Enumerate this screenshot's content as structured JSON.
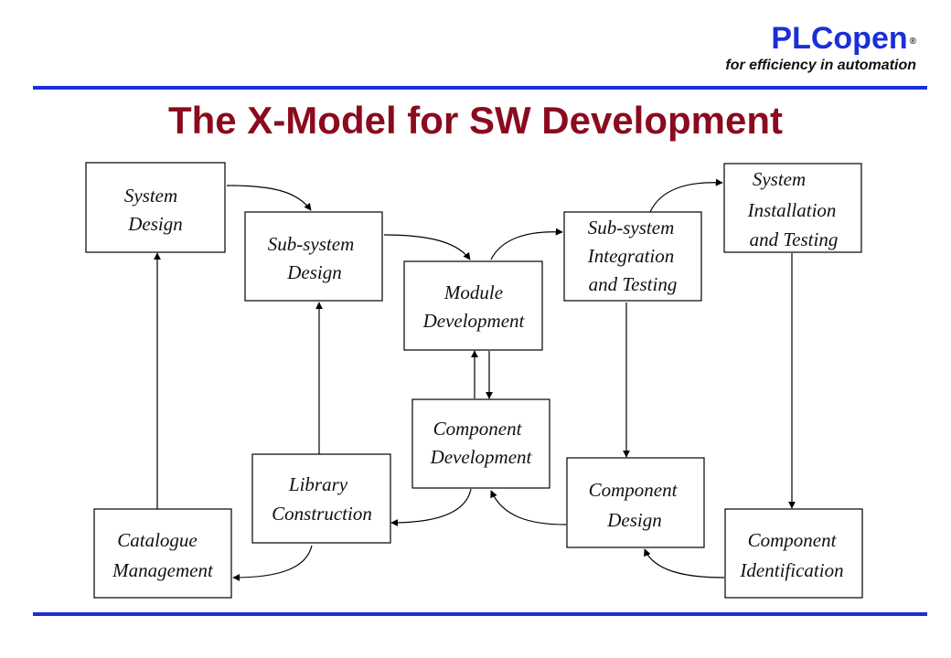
{
  "brand": {
    "name": "PLCopen",
    "reg": "®",
    "tagline": "for efficiency in automation"
  },
  "title": "The X-Model for SW Development",
  "boxes": {
    "system_design": [
      "System",
      "Design"
    ],
    "subsystem_design": [
      "Sub-system",
      "Design"
    ],
    "module_development": [
      "Module",
      "Development"
    ],
    "subsystem_integration": [
      "Sub-system",
      "Integration",
      "and Testing"
    ],
    "system_installation": [
      "System",
      "Installation",
      "and Testing"
    ],
    "component_development": [
      "Component",
      "Development"
    ],
    "library_construction": [
      "Library",
      "Construction"
    ],
    "component_design": [
      "Component",
      "Design"
    ],
    "catalogue_management": [
      "Catalogue",
      "Management"
    ],
    "component_identification": [
      "Component",
      "Identification"
    ]
  }
}
